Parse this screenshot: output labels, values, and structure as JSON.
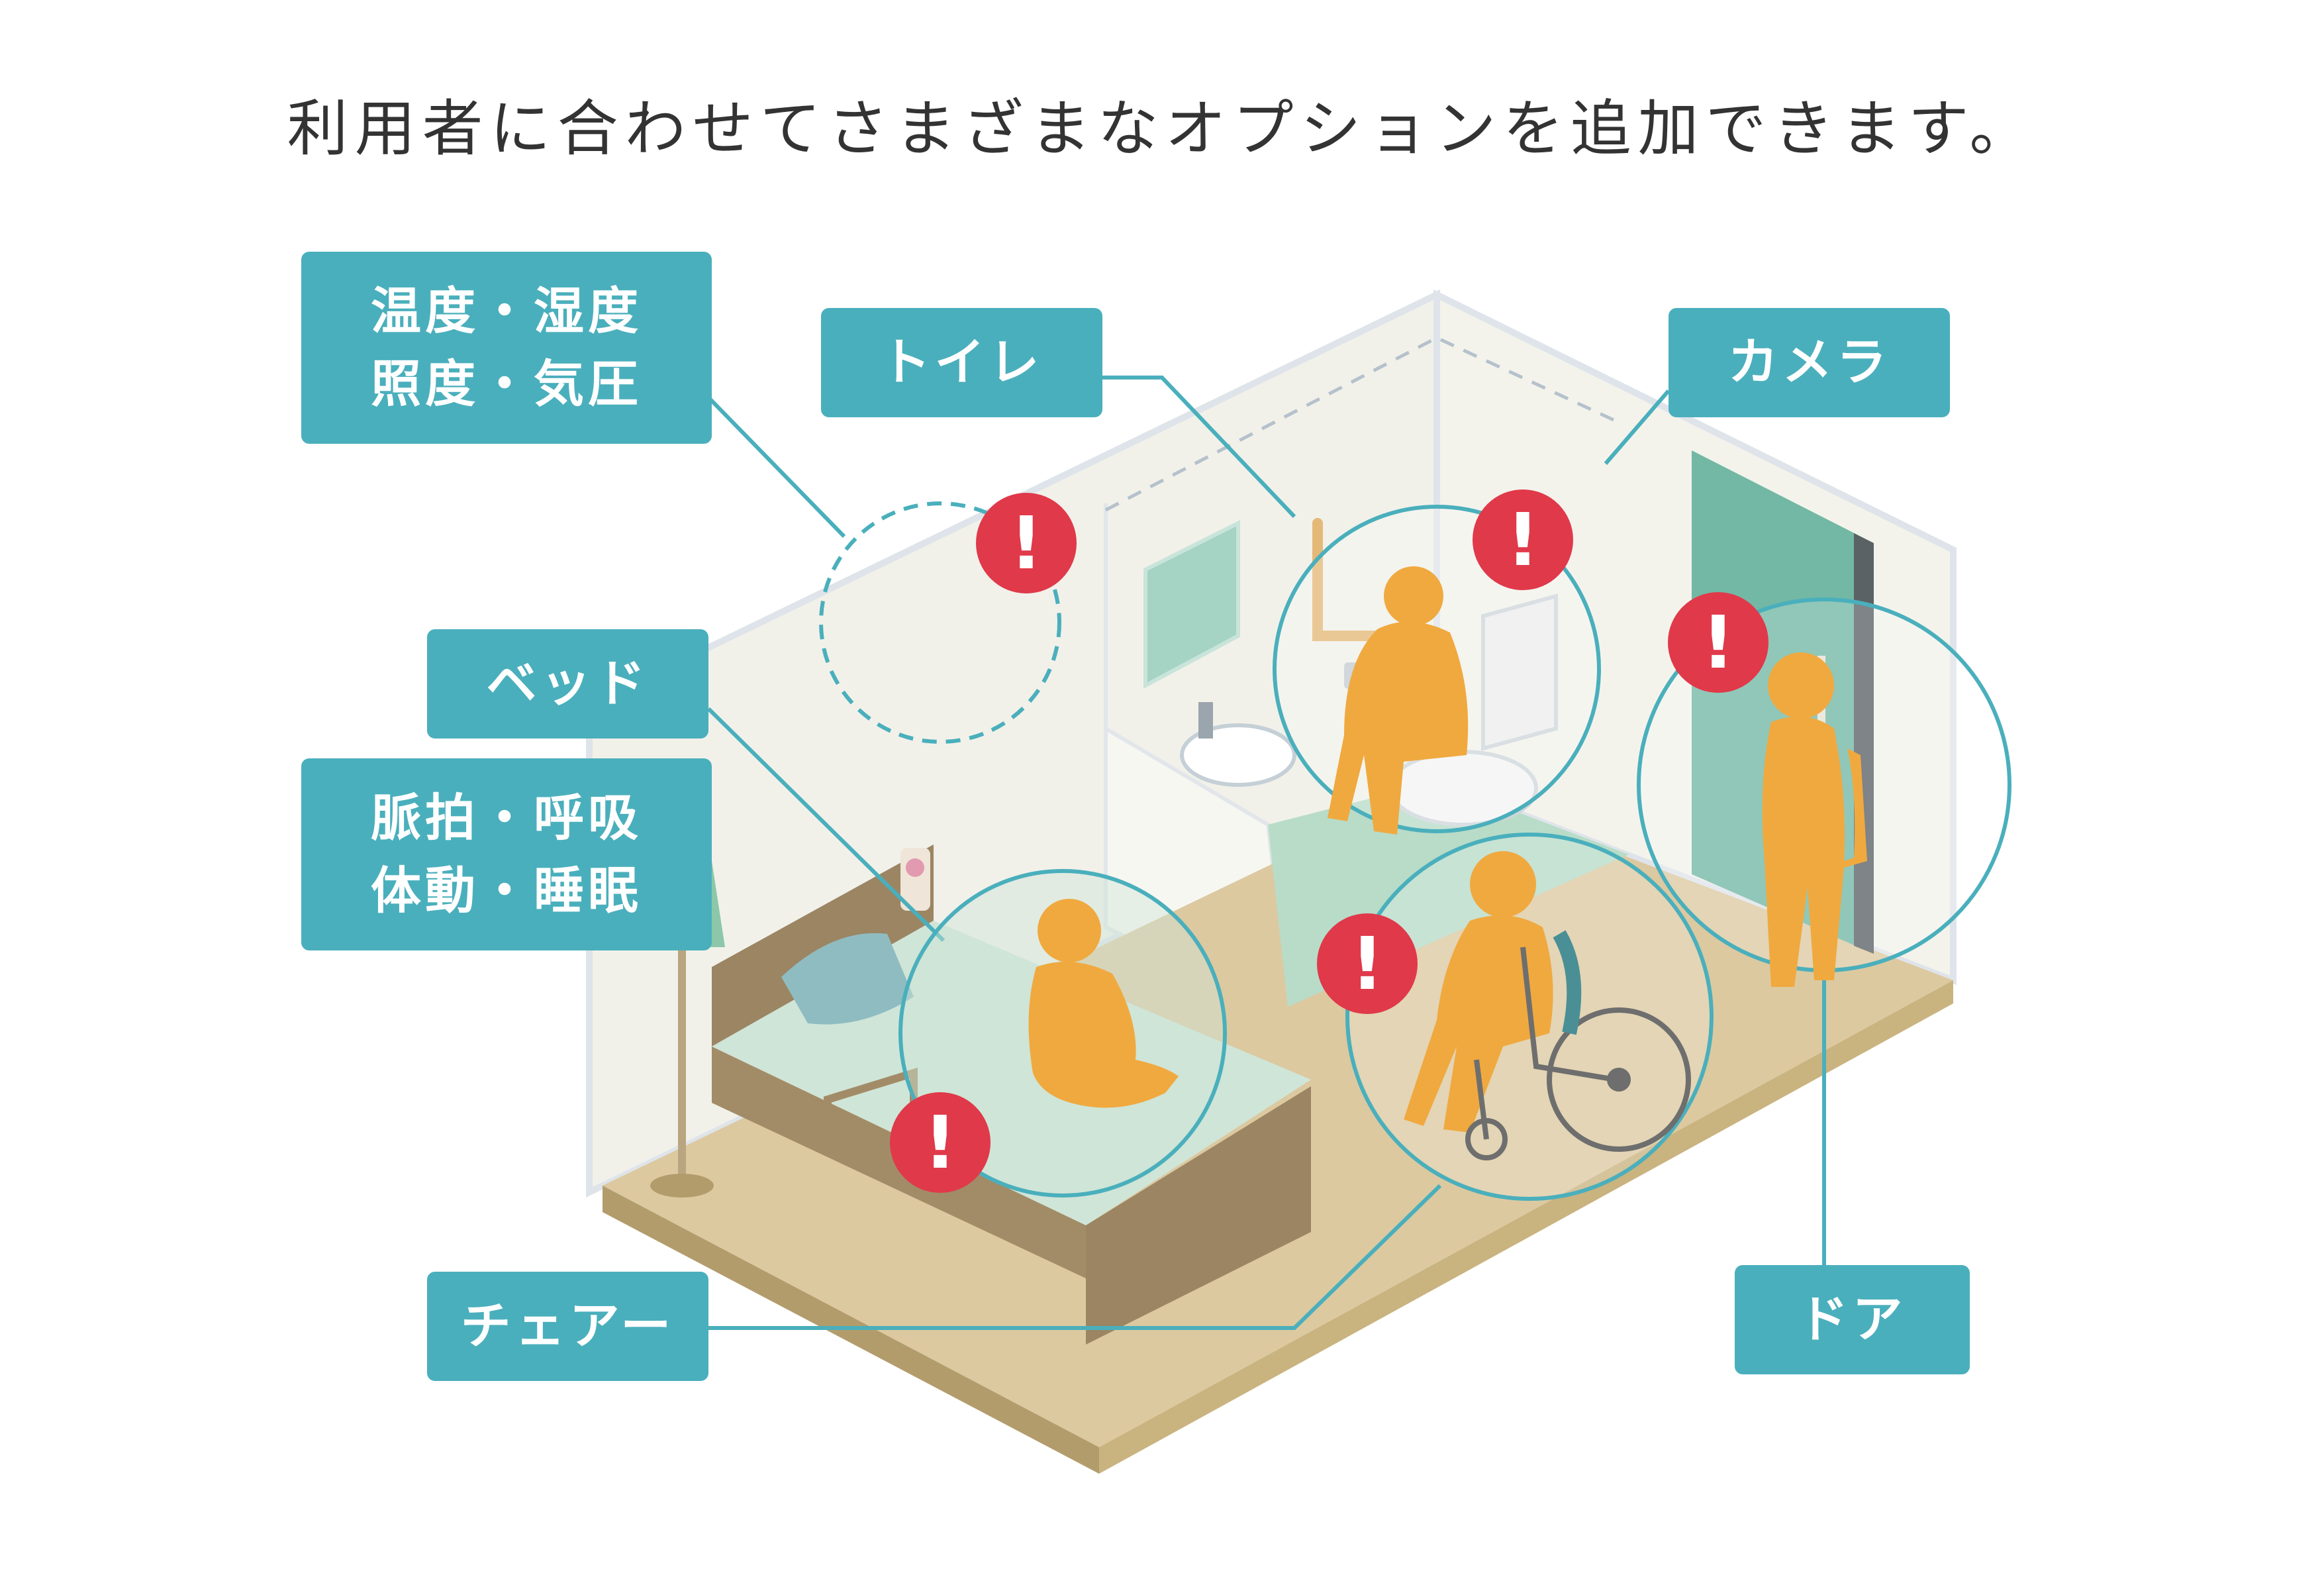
{
  "title": "利用者に合わせてさまざまなオプションを追加できます。",
  "labels": {
    "environment": {
      "line1": "温度・湿度",
      "line2": "照度・気圧"
    },
    "toilet": "トイレ",
    "camera": "カメラ",
    "bed": "ベッド",
    "vitals": {
      "line1": "脈拍・呼吸",
      "line2": "体動・睡眠"
    },
    "chair": "チェアー",
    "door": "ドア"
  },
  "alert_symbol": "!",
  "icons": [
    "alert-icon",
    "person-icon",
    "wheelchair-icon",
    "bed-icon",
    "toilet-icon",
    "floor-lamp-icon",
    "door-icon"
  ],
  "colors": {
    "label_bg": "#4aafbc",
    "alert_red": "#e0394a",
    "person_orange": "#f0a93f",
    "floor": "#dcc9a0",
    "floor_edge": "#b39c6c",
    "wall": "#f1f1ea",
    "bed_frame": "#9b8563",
    "mattress": "#cfe5d8",
    "door": "#72b8a4",
    "connector": "#4aafbc"
  }
}
